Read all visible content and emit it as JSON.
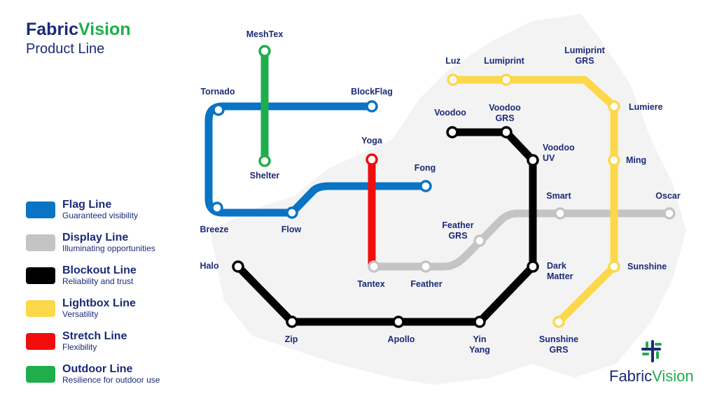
{
  "title": {
    "brand_a": "Fabric",
    "brand_b": "Vision",
    "subtitle": "Product Line"
  },
  "colors": {
    "flag": "#0a74c4",
    "display": "#c4c4c4",
    "blockout": "#000000",
    "lightbox": "#fcd84a",
    "stretch": "#f20d0d",
    "outdoor": "#1fae4b",
    "text": "#1b2a78"
  },
  "legend": [
    {
      "name": "Flag Line",
      "desc": "Guaranteed visibility"
    },
    {
      "name": "Display Line",
      "desc": "Illuminating opportunities"
    },
    {
      "name": "Blockout Line",
      "desc": "Reliability and trust"
    },
    {
      "name": "Lightbox Line",
      "desc": "Versatility"
    },
    {
      "name": "Stretch Line",
      "desc": "Flexibility"
    },
    {
      "name": "Outdoor Line",
      "desc": "Resilience for outdoor use"
    }
  ],
  "stations": {
    "meshtex": "MeshTex",
    "shelter": "Shelter",
    "tornado": "Tornado",
    "blockflag": "BlockFlag",
    "breeze": "Breeze",
    "flow": "Flow",
    "fong": "Fong",
    "yoga": "Yoga",
    "tantex": "Tantex",
    "feather": "Feather",
    "feather_grs_1": "Feather",
    "feather_grs_2": "GRS",
    "smart": "Smart",
    "oscar": "Oscar",
    "voodoo": "Voodoo",
    "voodoo_grs_1": "Voodoo",
    "voodoo_grs_2": "GRS",
    "voodoo_uv_1": "Voodoo",
    "voodoo_uv_2": "UV",
    "dark_matter_1": "Dark",
    "dark_matter_2": "Matter",
    "yin_yang_1": "Yin",
    "yin_yang_2": "Yang",
    "apollo": "Apollo",
    "zip": "Zip",
    "halo": "Halo",
    "luz": "Luz",
    "lumiprint": "Lumiprint",
    "lumiprint_grs_1": "Lumiprint",
    "lumiprint_grs_2": "GRS",
    "lumiere": "Lumiere",
    "ming": "Ming",
    "sunshine": "Sunshine",
    "sunshine_grs_1": "Sunshine",
    "sunshine_grs_2": "GRS"
  },
  "logo": {
    "a": "Fabric",
    "b": "Vision"
  }
}
